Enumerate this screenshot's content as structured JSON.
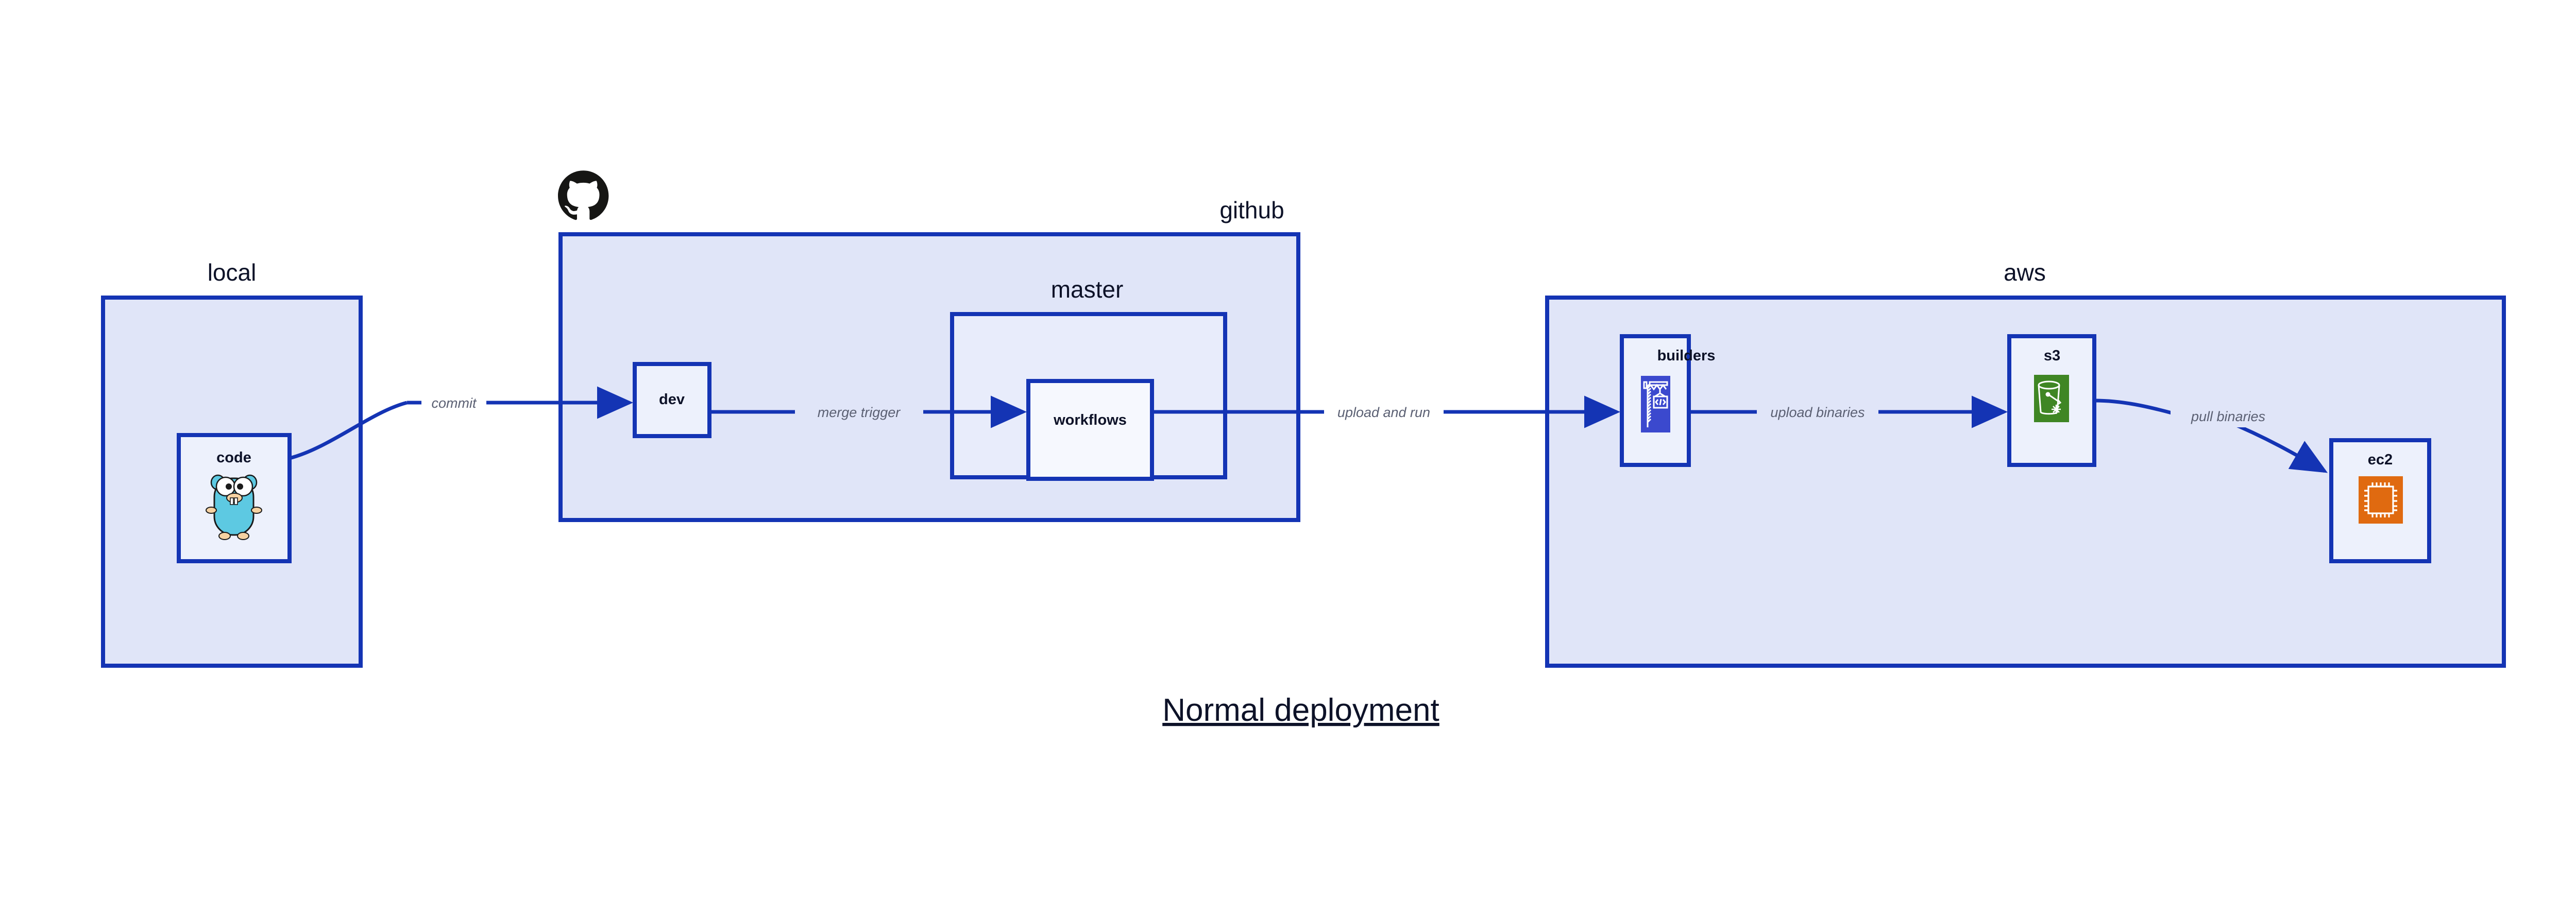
{
  "title": "Normal deployment",
  "colors": {
    "border": "#1434B4",
    "group_fill": "#E0E5F8",
    "subgroup_fill": "#E8ECFB",
    "node_fill": "#EDF1FC",
    "leaf_fill": "#F6F8FE",
    "label_text": "#0d1228",
    "edge_label_text": "#5b6073",
    "codebuild_icon_bg": "#3B49CE",
    "s3_icon_bg": "#3F8624",
    "ec2_icon_bg": "#E06A10",
    "gopher_body": "#5DC9E2",
    "github_logo": "#161614"
  },
  "groups": [
    {
      "id": "local",
      "label": "local"
    },
    {
      "id": "github",
      "label": "github"
    },
    {
      "id": "master",
      "label": "master"
    },
    {
      "id": "aws",
      "label": "aws"
    }
  ],
  "nodes": [
    {
      "id": "code",
      "label": "code",
      "icon": "go-gopher-icon"
    },
    {
      "id": "dev",
      "label": "dev",
      "icon": null
    },
    {
      "id": "workflows",
      "label": "workflows",
      "icon": null
    },
    {
      "id": "builders",
      "label": "builders",
      "icon": "aws-codebuild-icon"
    },
    {
      "id": "s3",
      "label": "s3",
      "icon": "aws-s3-icon"
    },
    {
      "id": "ec2",
      "label": "ec2",
      "icon": "aws-ec2-icon"
    }
  ],
  "edges": [
    {
      "id": "commit",
      "label": "commit",
      "from": "code",
      "to": "dev"
    },
    {
      "id": "merge-trigger",
      "label": "merge trigger",
      "from": "dev",
      "to": "workflows"
    },
    {
      "id": "upload-and-run",
      "label": "upload and run",
      "from": "workflows",
      "to": "builders"
    },
    {
      "id": "upload-binaries",
      "label": "upload binaries",
      "from": "builders",
      "to": "s3"
    },
    {
      "id": "pull-binaries",
      "label": "pull binaries",
      "from": "s3",
      "to": "ec2"
    }
  ],
  "icons": {
    "github_logo": "github-logo-icon"
  }
}
